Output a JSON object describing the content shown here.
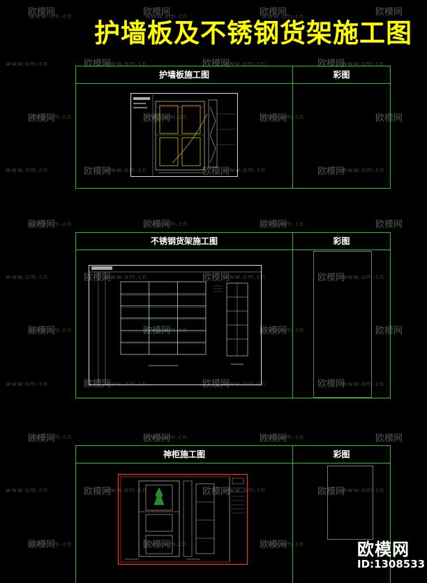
{
  "title": "护墙板及不锈钢货架施工图",
  "watermark": {
    "brand": "欧模网",
    "site": "www.om.cn"
  },
  "panels": [
    {
      "construction_label": "护墙板施工图",
      "color_label": "彩图"
    },
    {
      "construction_label": "不锈钢货架施工图",
      "color_label": "彩图"
    },
    {
      "construction_label": "神柜施工图",
      "color_label": "彩图"
    }
  ],
  "footer": {
    "logo": "欧模网",
    "id": "ID:1308533"
  },
  "colors": {
    "title": "#ffff00",
    "frame": "#20c020",
    "sheet_border": "#ff3030"
  }
}
